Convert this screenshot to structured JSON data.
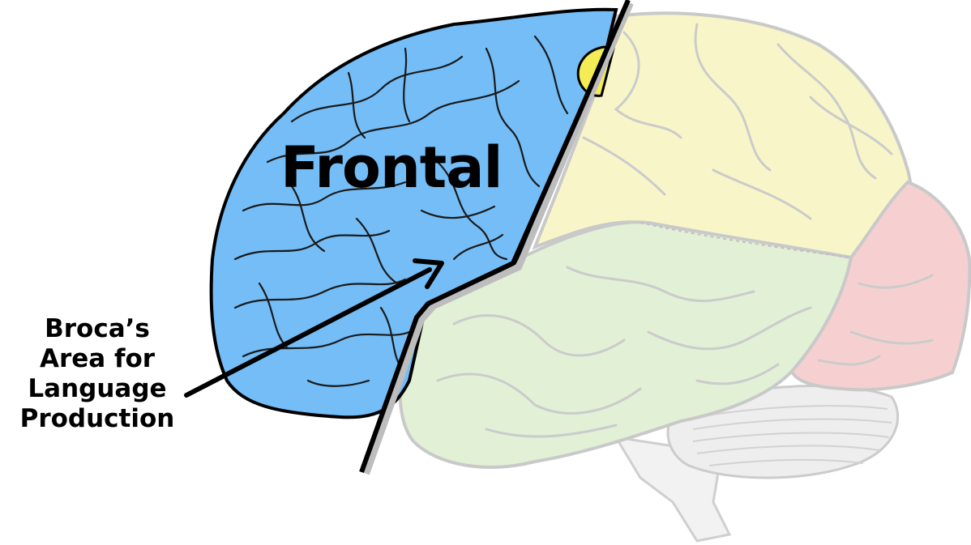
{
  "diagram": {
    "lobe_label": "Frontal",
    "callout": {
      "lines": [
        "Broca’s",
        "Area for",
        "Language",
        "Production"
      ]
    },
    "colors": {
      "frontal": "#74bdf7",
      "parietal": "#f8f6c8",
      "temporal": "#e2f0d6",
      "occipital": "#f6d0d0",
      "cerebellum": "#eeeeee",
      "brainstem": "#f2f2f2",
      "outline_faded": "#c4c4c4",
      "outline_dark": "#000000",
      "yellow_dot": "#f4ec55"
    }
  }
}
